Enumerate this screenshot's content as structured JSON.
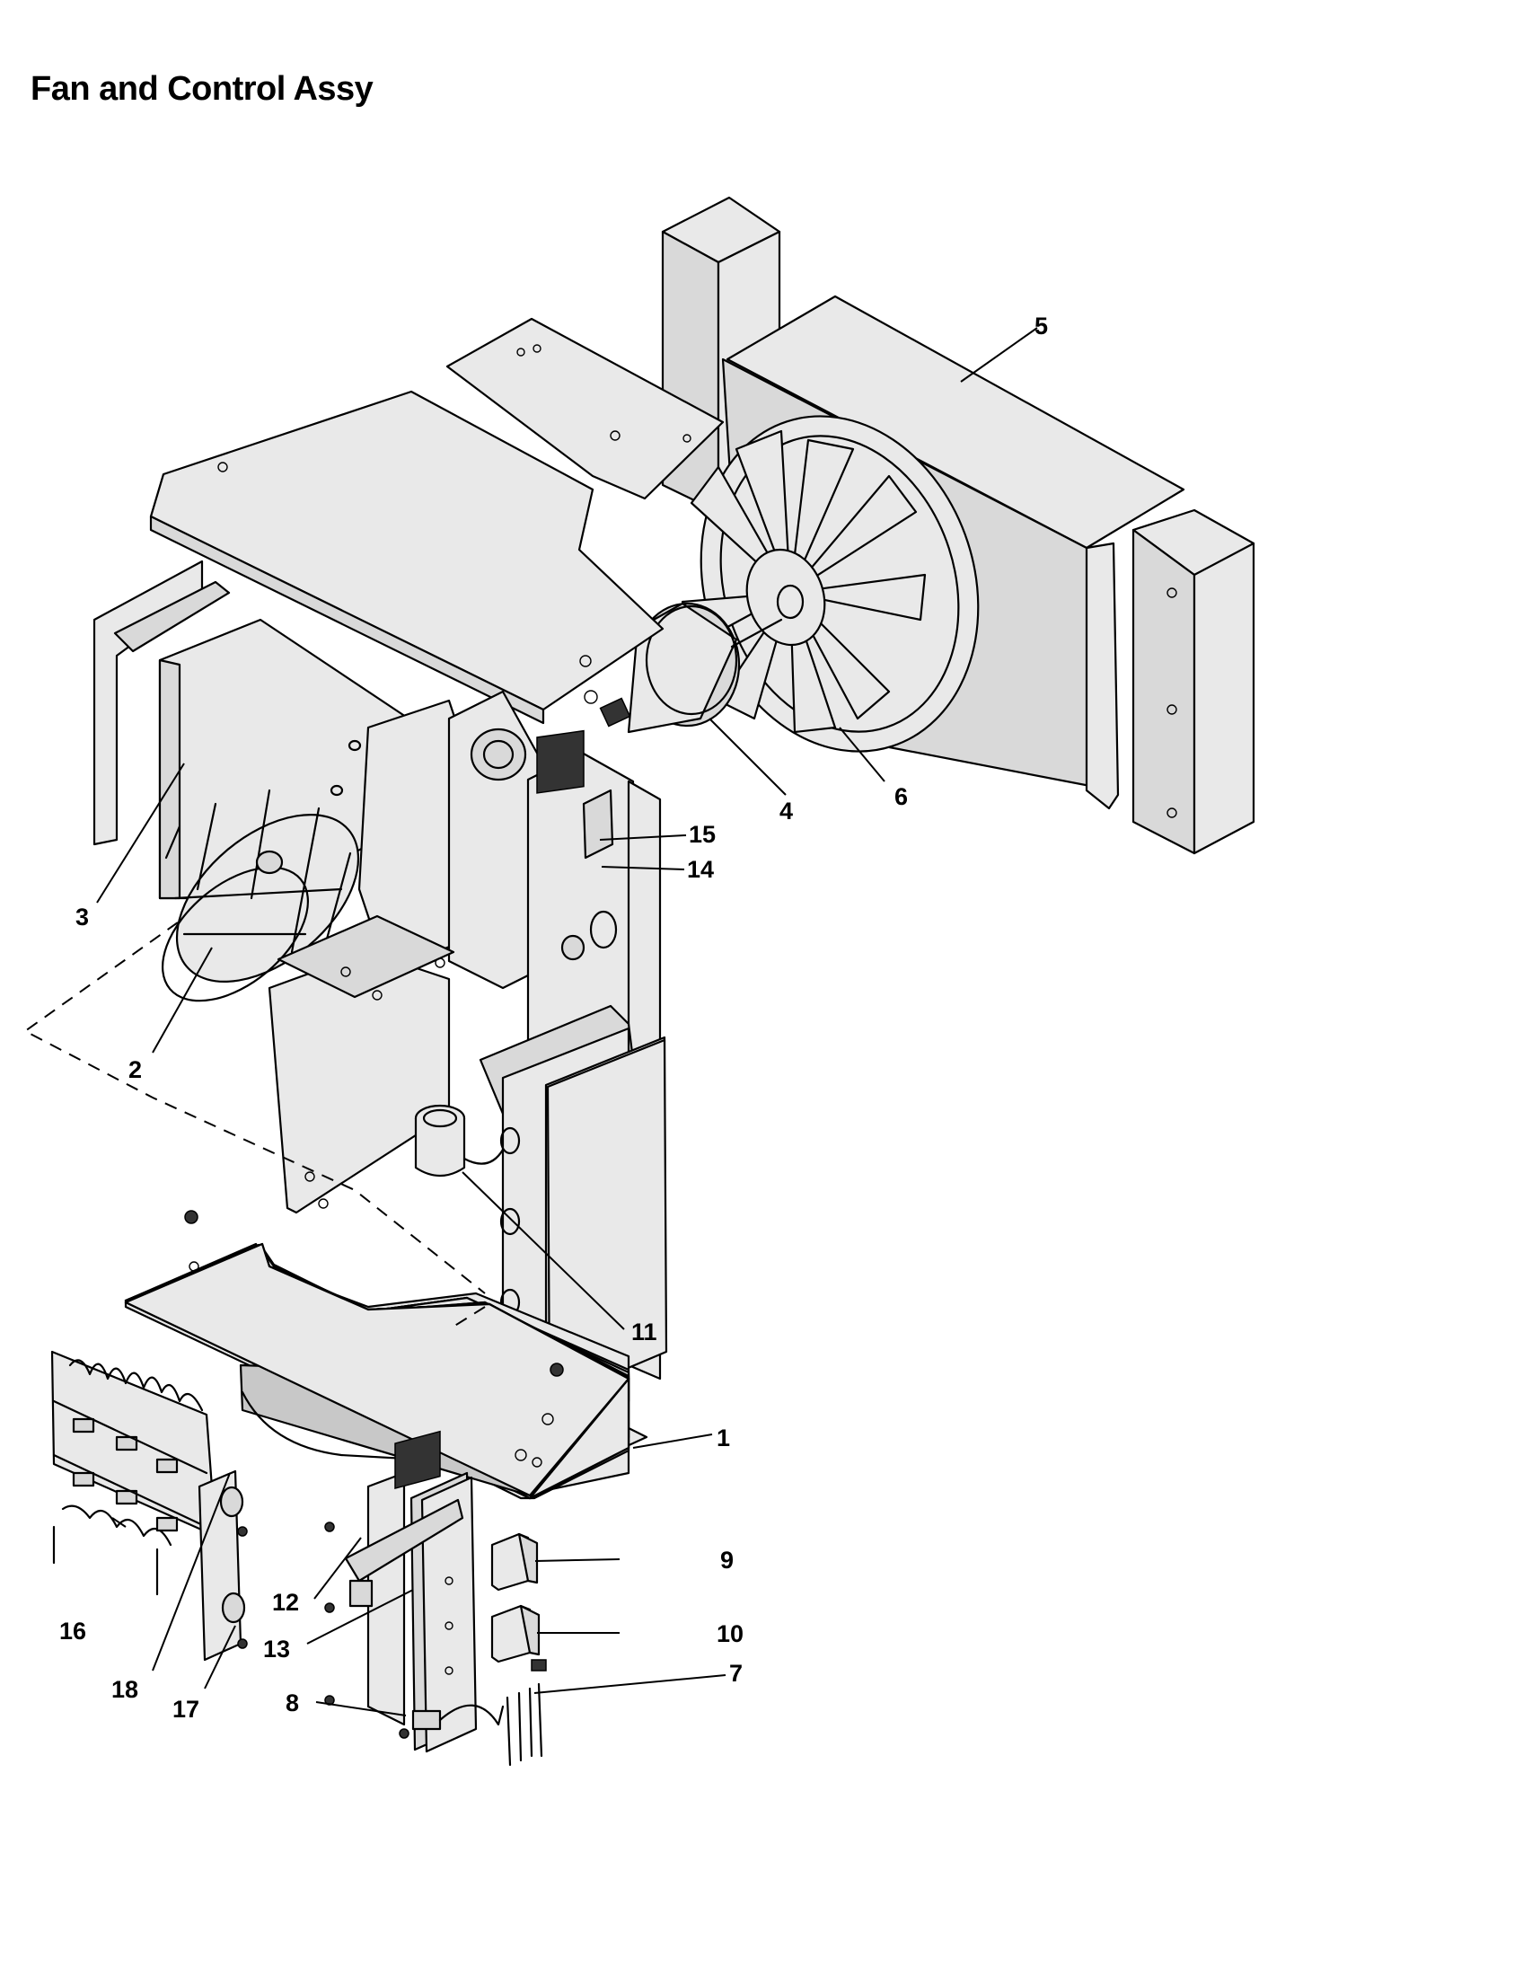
{
  "title": "Fan and Control Assy",
  "callouts": [
    {
      "id": "1",
      "text": "1"
    },
    {
      "id": "2",
      "text": "2"
    },
    {
      "id": "3",
      "text": "3"
    },
    {
      "id": "4",
      "text": "4"
    },
    {
      "id": "5",
      "text": "5"
    },
    {
      "id": "6",
      "text": "6"
    },
    {
      "id": "7",
      "text": "7"
    },
    {
      "id": "8",
      "text": "8"
    },
    {
      "id": "9",
      "text": "9"
    },
    {
      "id": "10",
      "text": "10"
    },
    {
      "id": "11",
      "text": "11"
    },
    {
      "id": "12",
      "text": "12"
    },
    {
      "id": "13",
      "text": "13"
    },
    {
      "id": "14",
      "text": "14"
    },
    {
      "id": "15",
      "text": "15"
    },
    {
      "id": "16",
      "text": "16"
    },
    {
      "id": "17",
      "text": "17"
    },
    {
      "id": "18",
      "text": "18"
    }
  ]
}
